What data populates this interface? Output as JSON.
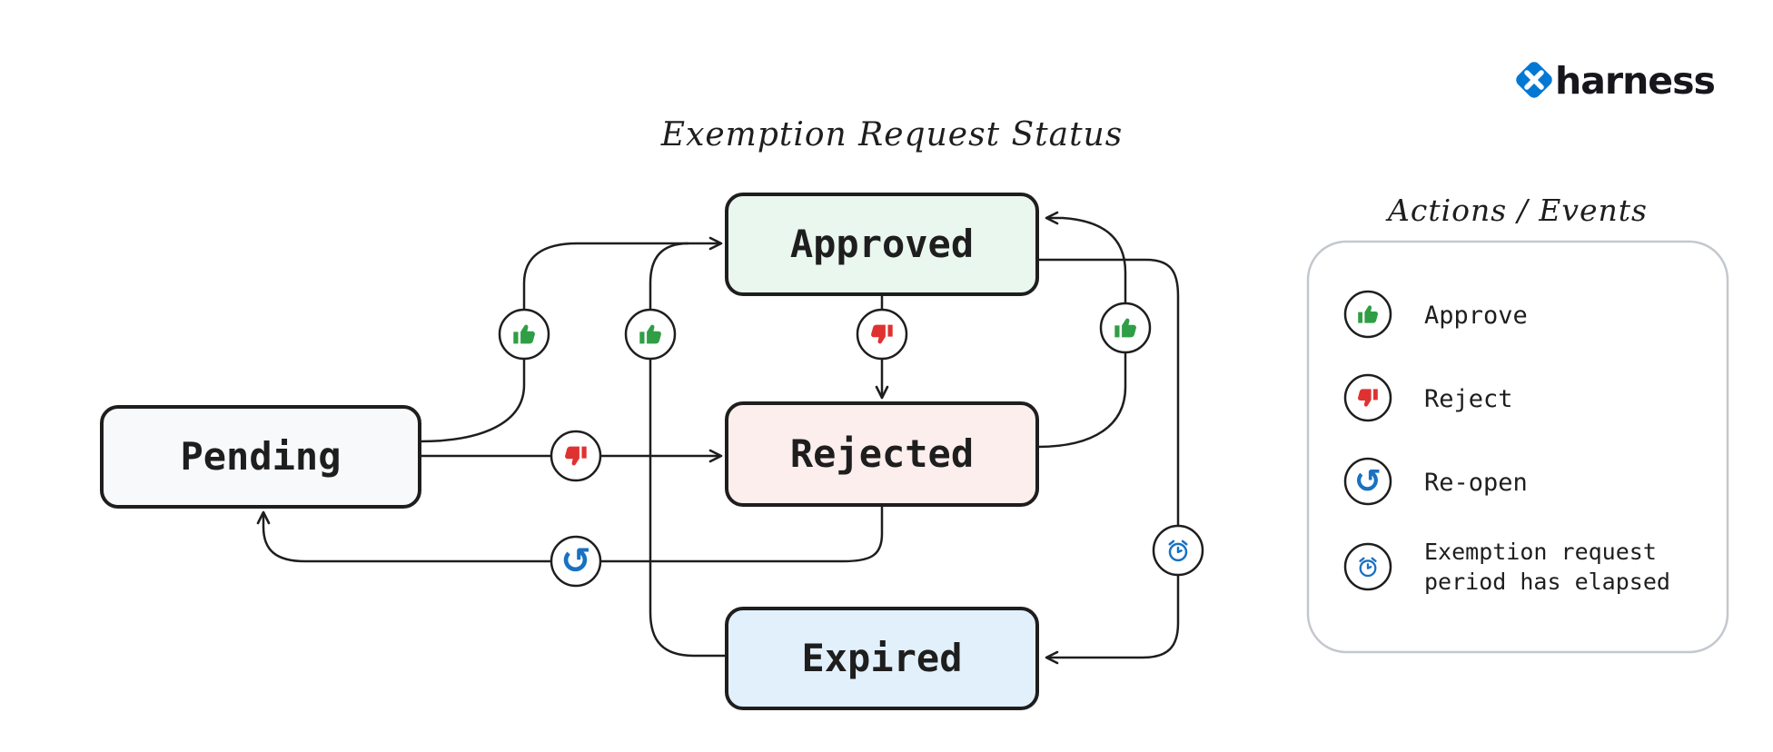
{
  "title": "Exemption Request Status",
  "logo": {
    "text": "harness"
  },
  "states": {
    "pending": {
      "label": "Pending"
    },
    "approved": {
      "label": "Approved"
    },
    "rejected": {
      "label": "Rejected"
    },
    "expired": {
      "label": "Expired"
    }
  },
  "legend": {
    "title": "Actions / Events",
    "items": [
      {
        "icon": "thumbs-up-icon",
        "label": "Approve"
      },
      {
        "icon": "thumbs-down-icon",
        "label": "Reject"
      },
      {
        "icon": "reopen-icon",
        "label": "Re-open"
      },
      {
        "icon": "alarm-clock-icon",
        "label": "Exemption request period has elapsed",
        "lines": [
          "Exemption request",
          "period has elapsed"
        ]
      }
    ]
  },
  "icons": {
    "reopen_glyph": "↺"
  },
  "colors": {
    "ink": "#1e1e1e",
    "approve_green": "#2f9e44",
    "reject_red": "#e03131",
    "event_blue": "#1971c2",
    "brand_blue": "#0278d5",
    "brand_text": "#17161d",
    "pending_fill": "#f8f9fa",
    "approved_fill": "#e9f7ef",
    "rejected_fill": "#fdeeee",
    "expired_fill": "#e2f0fb",
    "legend_border": "#c3c8ce"
  },
  "transitions": [
    {
      "from": "Pending",
      "to": "Approved",
      "action": "Approve"
    },
    {
      "from": "Pending",
      "to": "Rejected",
      "action": "Reject"
    },
    {
      "from": "Approved",
      "to": "Rejected",
      "action": "Reject"
    },
    {
      "from": "Rejected",
      "to": "Approved",
      "action": "Approve"
    },
    {
      "from": "Approved",
      "to": "Expired",
      "action": "Exemption request period has elapsed"
    },
    {
      "from": "Expired",
      "to": "Approved",
      "action": "Approve"
    },
    {
      "from": "Rejected",
      "to": "Pending",
      "action": "Re-open"
    }
  ]
}
